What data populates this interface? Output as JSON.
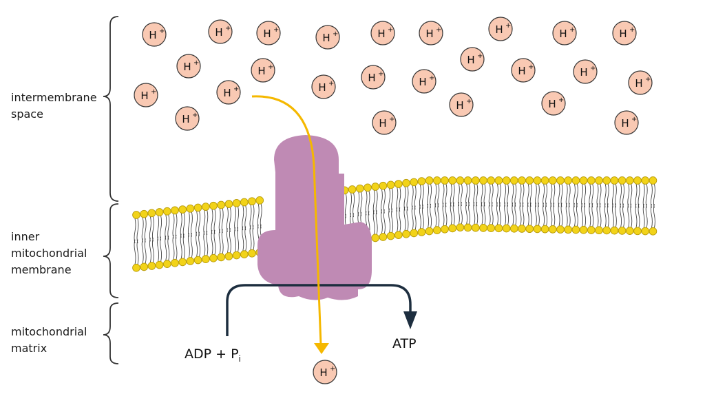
{
  "regions": {
    "intermembrane": "intermembrane\nspace",
    "inner_membrane": "inner\nmitochondrial\nmembrane",
    "matrix": "mitochondrial\nmatrix"
  },
  "ion": {
    "symbol": "H",
    "charge": "+"
  },
  "reaction": {
    "reactant": "ADP + P",
    "reactant_subscript": "i",
    "product": "ATP"
  },
  "colors": {
    "ion_fill": "#f9c9b3",
    "ion_stroke": "#333333",
    "lipid_head": "#f2d319",
    "lipid_head_stroke": "#b89b0a",
    "lipid_tail": "#444444",
    "atp_synthase": "#bf8ab4",
    "proton_path": "#f5b800",
    "reaction_arrow": "#1d2e3f",
    "bracket": "#333333"
  },
  "icons": [
    "proton-icon",
    "atp-synthase-icon",
    "proton-flow-arrow-icon",
    "reaction-arrow-icon"
  ]
}
